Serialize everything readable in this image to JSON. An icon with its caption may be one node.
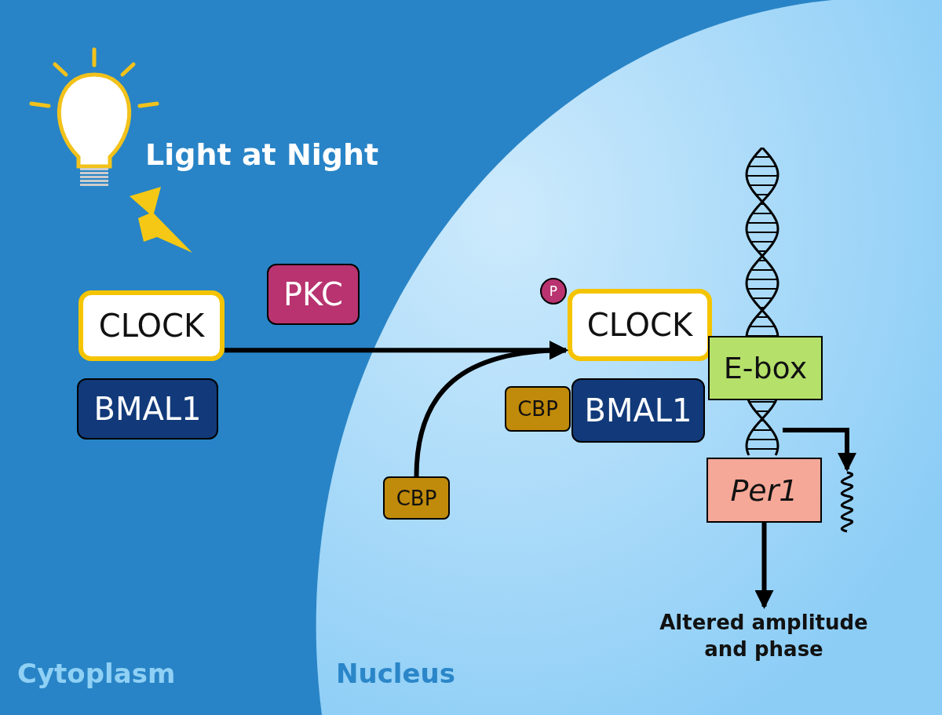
{
  "diagram": {
    "nodes": [
      {
        "text": [
          "CLOCK"
        ]
      },
      {
        "text": [
          "PKC"
        ]
      },
      {
        "text": [
          "BMAL1"
        ]
      },
      {
        "text": [
          "CBP"
        ]
      },
      {
        "text": [
          "P"
        ]
      },
      {
        "text": [
          "CLOCK"
        ]
      },
      {
        "text": [],
        "shape": "picture"
      },
      {
        "text": [
          "E-box"
        ]
      },
      {
        "text": [
          "CBP"
        ]
      },
      {
        "text": [
          "BMAL1"
        ]
      },
      {
        "text": [],
        "shape": "picture"
      },
      {
        "text": [
          "Per1"
        ]
      },
      {
        "text": [
          "Altered amplitude and phase"
        ]
      }
    ],
    "edges": [
      {
        "from": 0,
        "to": 5,
        "arrow": "to"
      },
      {
        "from": 3,
        "to": 5,
        "arrow": "to"
      },
      {
        "from": 6,
        "to": 10,
        "arrow": "to"
      },
      {
        "from": 11,
        "to": 12,
        "arrow": "to"
      }
    ],
    "labels": [
      "Light at Night",
      "Cytoplasm",
      "Nucleus"
    ]
  }
}
